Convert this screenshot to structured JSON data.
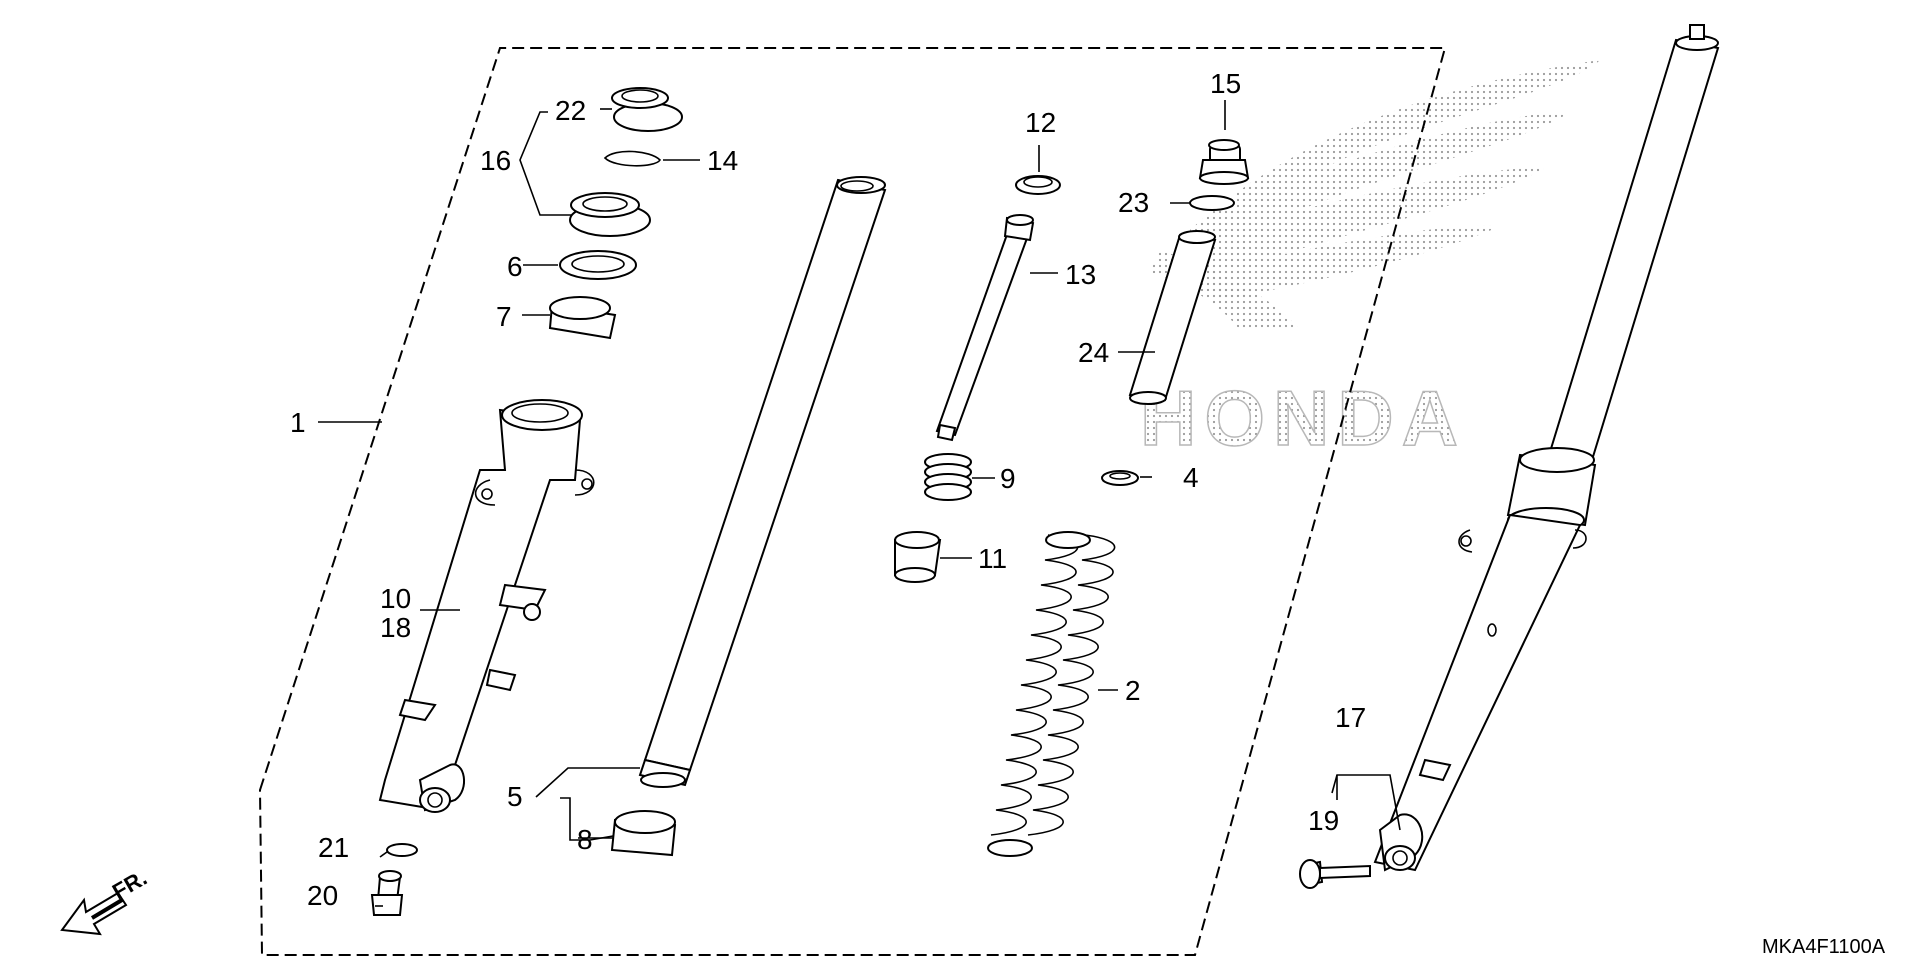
{
  "diagram": {
    "watermark": "HONDA",
    "direction_label": "FR.",
    "diagram_code": "MKA4F1100A",
    "part_labels": {
      "p1": "1",
      "p2": "2",
      "p4": "4",
      "p5": "5",
      "p6": "6",
      "p7": "7",
      "p8": "8",
      "p9": "9",
      "p10": "10",
      "p11": "11",
      "p12": "12",
      "p13": "13",
      "p14": "14",
      "p15": "15",
      "p16": "16",
      "p17": "17",
      "p18": "18",
      "p19": "19",
      "p20": "20",
      "p21": "21",
      "p22": "22",
      "p23": "23",
      "p24": "24"
    }
  }
}
